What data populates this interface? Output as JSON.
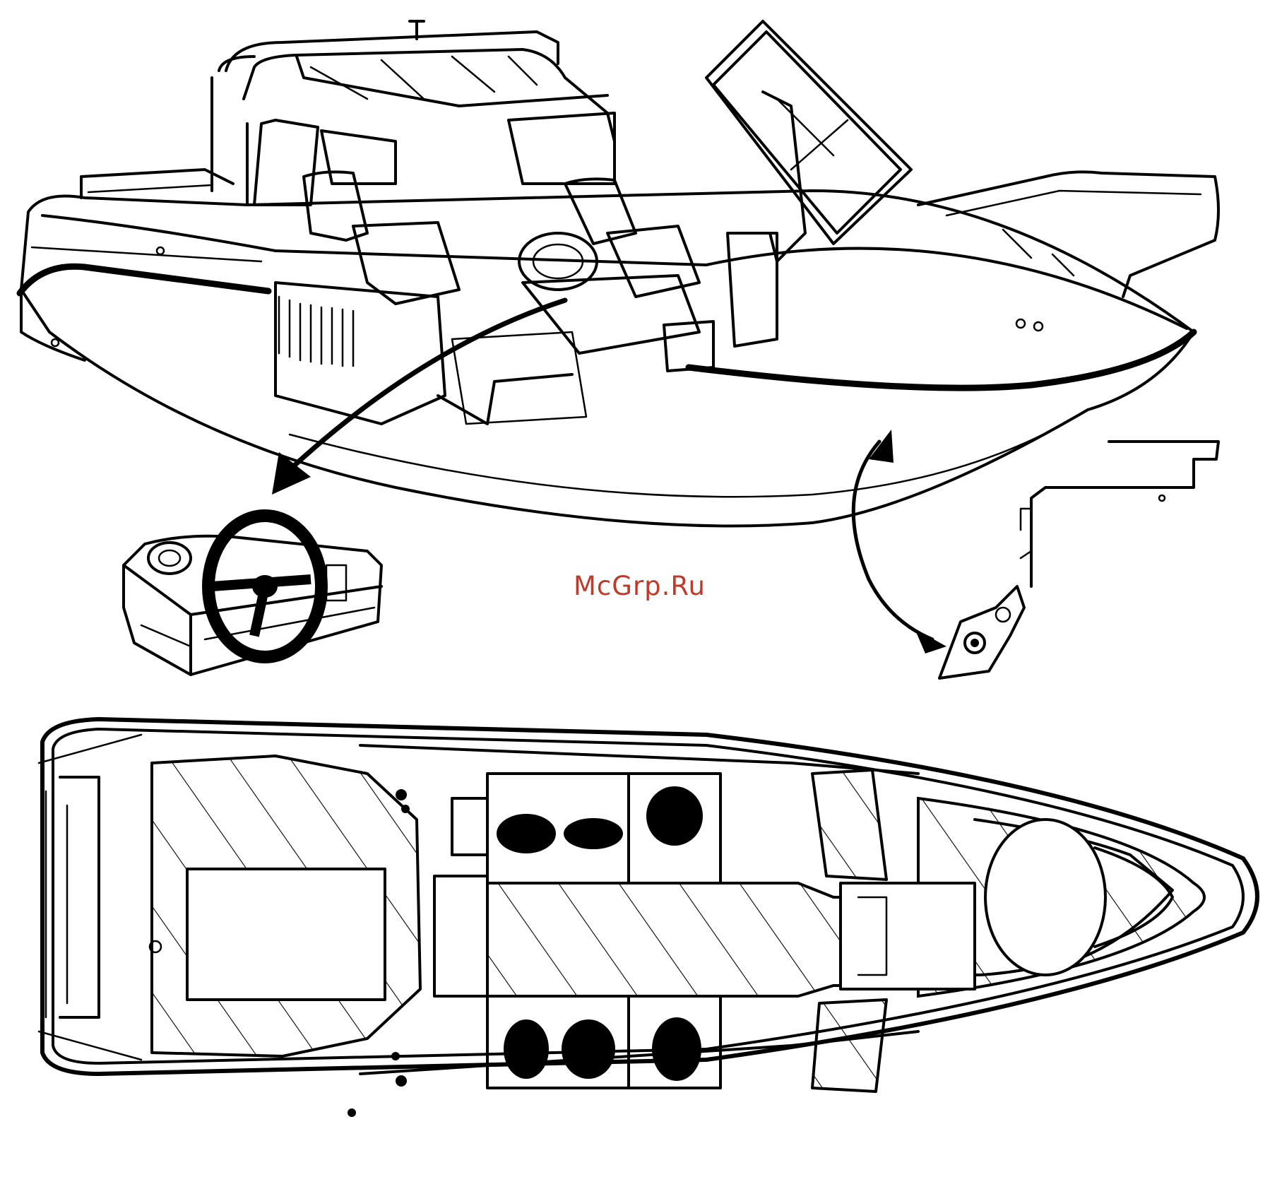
{
  "watermark": {
    "text": "McGrp.Ru",
    "color": "#c0392b"
  },
  "figures": [
    {
      "name": "boat-perspective-view",
      "icon": "boat-icon"
    },
    {
      "name": "helm-console-detail",
      "icon": "steering-wheel-icon"
    },
    {
      "name": "swim-ladder-detail",
      "icon": "ladder-icon"
    },
    {
      "name": "boat-top-view",
      "icon": "boat-plan-icon"
    }
  ],
  "colors": {
    "ink": "#000000",
    "paper": "#ffffff"
  }
}
